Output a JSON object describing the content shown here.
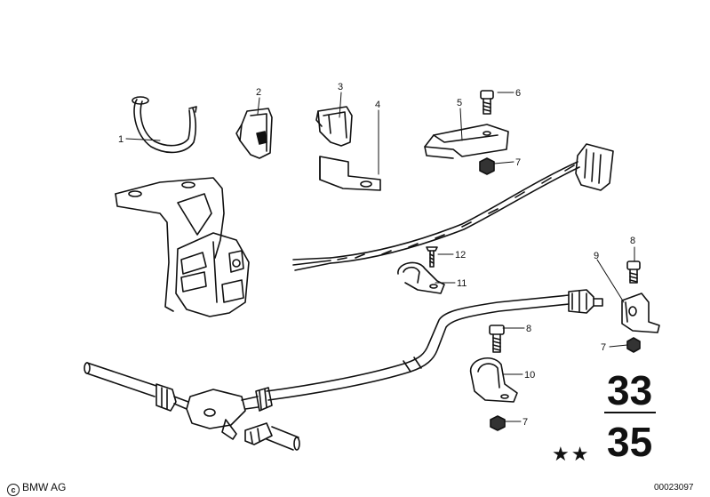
{
  "callouts": {
    "c1": "1",
    "c2": "2",
    "c3": "3",
    "c4": "4",
    "c5": "5",
    "c6": "6",
    "c7a": "7",
    "c8a": "8",
    "c9": "9",
    "c12": "12",
    "c11": "11",
    "c7b": "7",
    "c8b": "8",
    "c10": "10",
    "c7c": "7"
  },
  "group": {
    "top": "33",
    "bottom": "35",
    "stars": "★★"
  },
  "footer": {
    "copyright": "BMW AG",
    "doc_number": "00023097"
  }
}
